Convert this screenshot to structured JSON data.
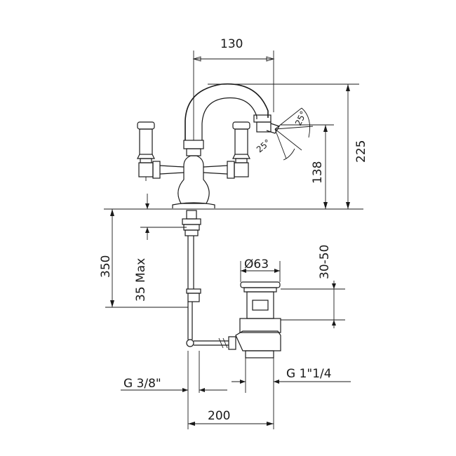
{
  "dimensions": {
    "spout_reach": "130",
    "total_height": "225",
    "spout_height": "138",
    "angle_upper": "25°",
    "angle_lower": "25°",
    "under_deck": "350",
    "deck_thickness_max": "35 Max",
    "waste_height_range": "30-50",
    "waste_diameter": "Ø63",
    "connection_supply": "G 3/8\"",
    "connection_waste": "G 1\"1/4",
    "waste_offset": "200"
  }
}
